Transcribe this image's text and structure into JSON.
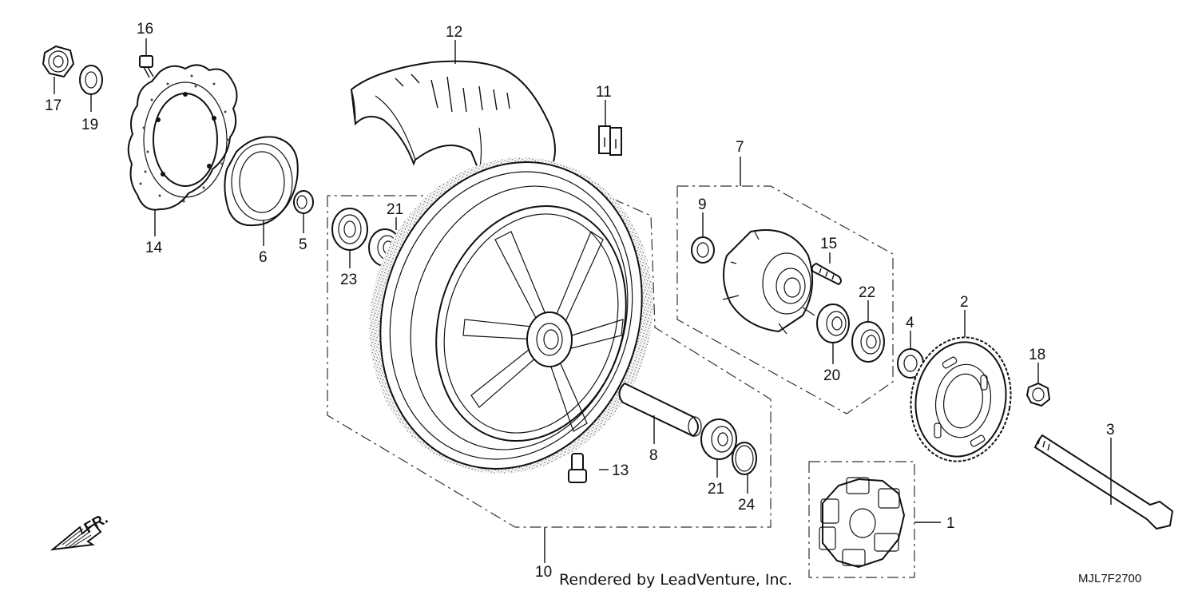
{
  "diagram": {
    "credit": "Rendered by LeadVenture, Inc.",
    "code": "MJL7F2700",
    "direction_label": "FR.",
    "callouts": [
      "1",
      "2",
      "3",
      "4",
      "5",
      "6",
      "7",
      "8",
      "9",
      "10",
      "11",
      "12",
      "13",
      "14",
      "15",
      "16",
      "17",
      "18",
      "19",
      "20",
      "21",
      "21",
      "22",
      "23",
      "24"
    ]
  }
}
